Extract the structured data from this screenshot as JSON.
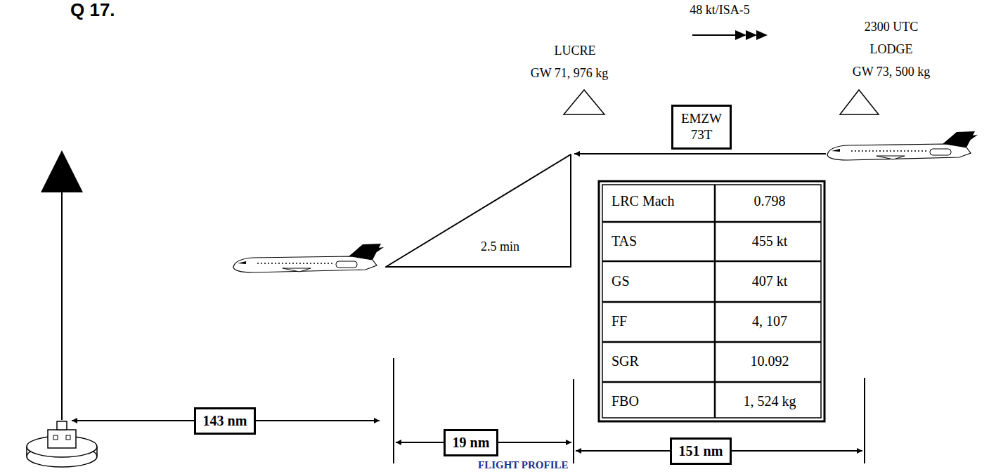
{
  "diagram": {
    "title": "Q 17.",
    "caption": "FLIGHT PROFILE",
    "nodes": [
      {
        "text": [
          "EMZW 73T"
        ]
      },
      {
        "text": [
          "2.5 min"
        ]
      },
      {
        "text": [
          "143 nm"
        ]
      },
      {
        "text": [
          "19 nm"
        ]
      },
      {
        "text": [
          "151 nm"
        ]
      }
    ],
    "labels": [
      "48 kt/ISA-5",
      "2300 UTC",
      "LODGE",
      "GW 73, 500 kg",
      "LUCRE",
      "GW 71, 976 kg",
      "LRC Mach",
      "0.798",
      "TAS",
      "455 kt",
      "GS",
      "407 kt",
      "FF",
      "4, 107",
      "SGR",
      "10.092",
      "FBO",
      "1, 524 kg"
    ]
  }
}
